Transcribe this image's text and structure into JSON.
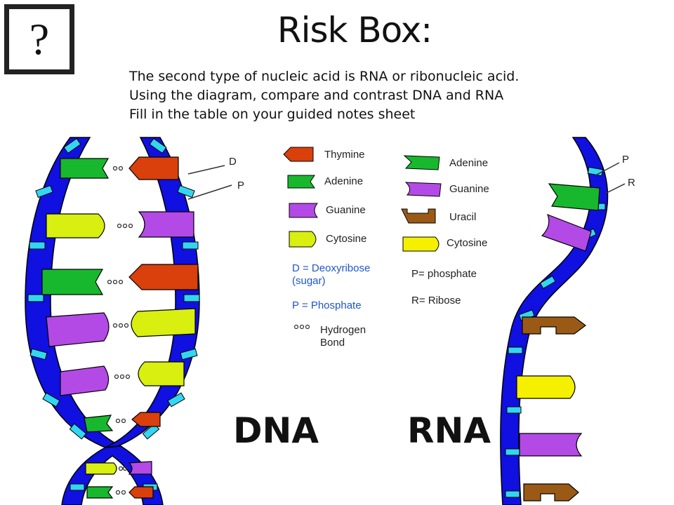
{
  "question_icon": "?",
  "title": "Risk Box:",
  "instructions": [
    "The second type of nucleic acid is RNA or ribonucleic acid.",
    "Using the diagram,  compare and contrast DNA and RNA",
    "Fill in the table on your guided notes sheet"
  ],
  "dna_label": "DNA",
  "rna_label": "RNA",
  "dna_pointers": {
    "d": "D",
    "p": "P"
  },
  "rna_pointers": {
    "p": "P",
    "r": "R"
  },
  "legend_dna": {
    "thymine": "Thymine",
    "adenine": "Adenine",
    "guanine": "Guanine",
    "cytosine": "Cytosine",
    "d_def_1": "D = Deoxyribose",
    "d_def_2": "(sugar)",
    "p_def": "P = Phosphate",
    "hbond_1": "Hydrogen",
    "hbond_2": "Bond"
  },
  "legend_rna": {
    "adenine": "Adenine",
    "guanine": "Guanine",
    "uracil": "Uracil",
    "cytosine": "Cytosine",
    "p_def": "P= phosphate",
    "r_def": "R= Ribose"
  },
  "colors": {
    "backbone": "#1010e0",
    "rung": "#33d6f0",
    "thymine": "#d9400b",
    "adenine": "#18b82e",
    "guanine": "#b34ae6",
    "cytosine": "#d8ef10",
    "uracil": "#9a5a16",
    "rna_cytosine": "#f5f000"
  }
}
